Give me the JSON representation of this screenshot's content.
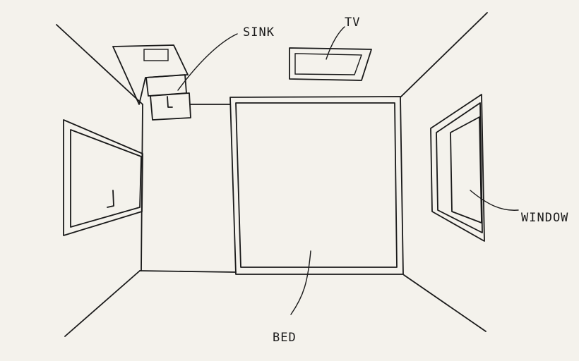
{
  "labels": {
    "sink": "SINK",
    "tv": "TV",
    "window": "WINDOW",
    "bed": "BED"
  },
  "colors": {
    "background": "#f4f2ec",
    "ink": "#1a1a1a",
    "furniture": "#a3a48e",
    "light_fill": "#cccdbb",
    "window_glass": "#d7d8c9"
  }
}
